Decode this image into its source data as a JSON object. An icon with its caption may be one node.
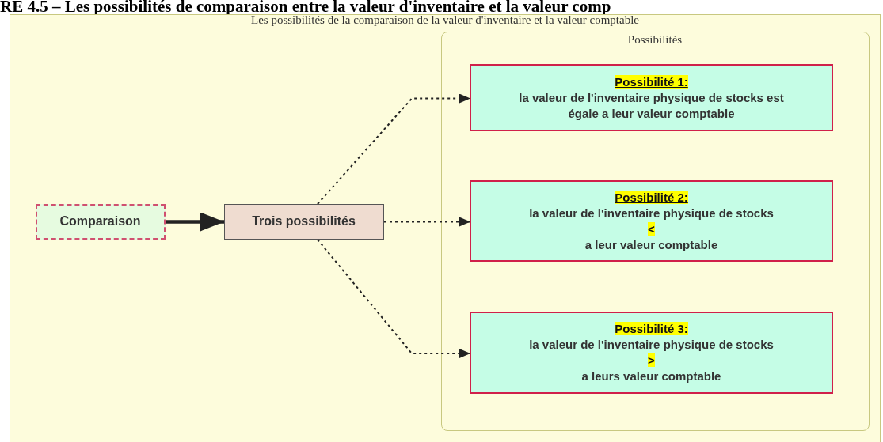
{
  "diagram": {
    "title": "RE 4.5 – Les possibilités de comparaison entre la valeur d'inventaire et la valeur comp",
    "nodes": [
      {
        "text": [
          "Les possibilités de la comparaison de la valeur d'inventaire et la valeur comptable"
        ]
      },
      {
        "text": [
          "Comparaison"
        ],
        "in": 0
      },
      {
        "text": [
          "Trois possibilités"
        ],
        "in": 0
      },
      {
        "text": [
          "Possibilités"
        ],
        "in": 0
      },
      {
        "text": [
          "Possibilité 1:",
          "la valeur de l'inventaire physique de stocks est égale a leur valeur comptable"
        ],
        "in": 3
      },
      {
        "text": [
          "Possibilité 2:",
          "la valeur de l'inventaire physique de stocks",
          "<",
          "a leur valeur comptable"
        ],
        "in": 3
      },
      {
        "text": [
          "Possibilité 3:",
          "la valeur de l'inventaire physique de stocks",
          ">",
          "a leurs valeur comptable"
        ],
        "in": 3
      }
    ],
    "edges": [
      {
        "from": 1,
        "to": 2,
        "arrow": "to",
        "style": "thick"
      },
      {
        "from": 2,
        "to": 4,
        "arrow": "to",
        "style": "dashed"
      },
      {
        "from": 2,
        "to": 5,
        "arrow": "to",
        "style": "dashed"
      },
      {
        "from": 2,
        "to": 6,
        "arrow": "to",
        "style": "dashed"
      }
    ]
  }
}
